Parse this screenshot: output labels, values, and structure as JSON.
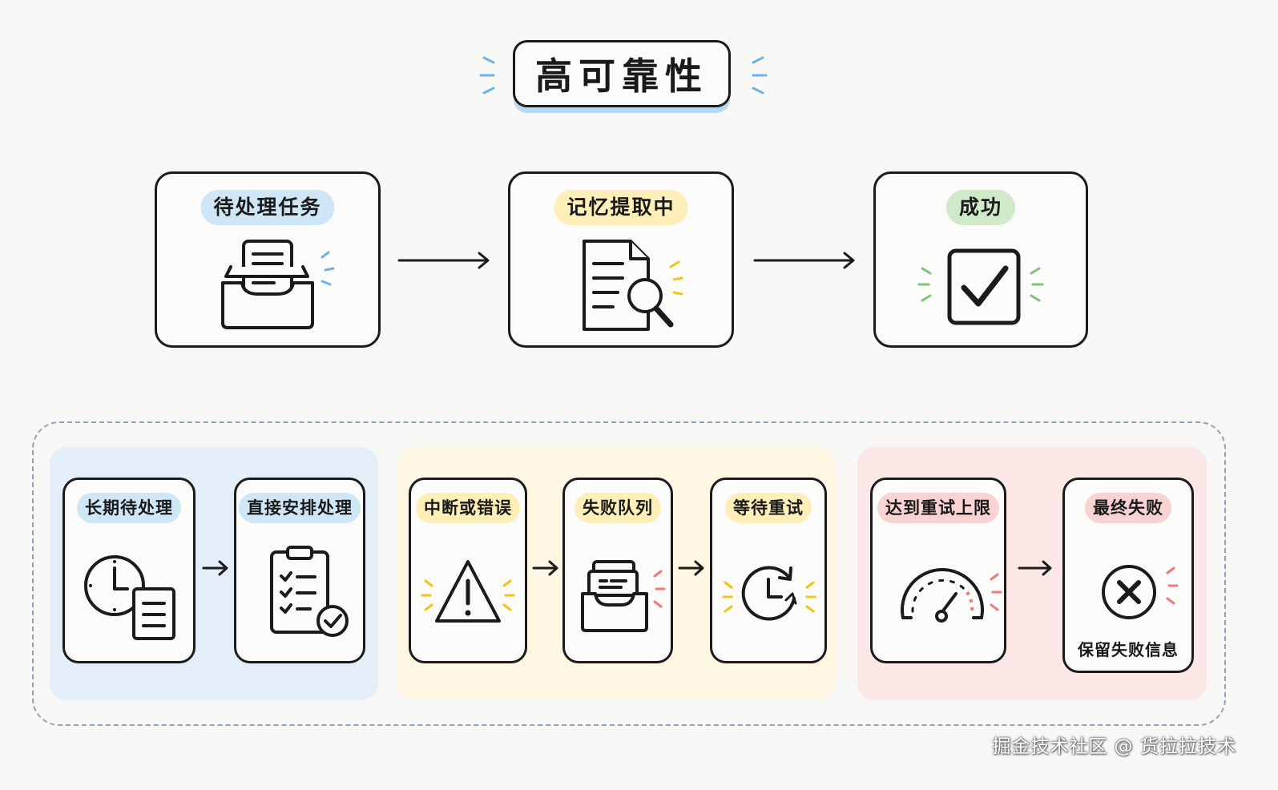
{
  "title": "高可靠性",
  "main_flow": [
    {
      "label": "待处理任务",
      "icon": "inbox-tray-icon",
      "tag_color": "#cfe6f7"
    },
    {
      "label": "记忆提取中",
      "icon": "document-search-icon",
      "tag_color": "#fdefb7"
    },
    {
      "label": "成功",
      "icon": "checkbox-checked-icon",
      "tag_color": "#cfe9c9"
    }
  ],
  "groups": [
    {
      "zone_color": "#e3eef9",
      "steps": [
        {
          "label": "长期待处理",
          "icon": "clock-document-icon"
        },
        {
          "label": "直接安排处理",
          "icon": "clipboard-checklist-icon"
        }
      ]
    },
    {
      "zone_color": "#fcf6e2",
      "steps": [
        {
          "label": "中断或错误",
          "icon": "warning-triangle-icon"
        },
        {
          "label": "失败队列",
          "icon": "queue-tray-icon"
        },
        {
          "label": "等待重试",
          "icon": "retry-clock-icon"
        }
      ]
    },
    {
      "zone_color": "#fbe8e6",
      "steps": [
        {
          "label": "达到重试上限",
          "icon": "gauge-max-icon"
        },
        {
          "label": "最终失败",
          "icon": "failure-x-icon",
          "caption": "保留失败信息"
        }
      ]
    }
  ],
  "watermark": "掘金技术社区 @ 货拉拉技术"
}
